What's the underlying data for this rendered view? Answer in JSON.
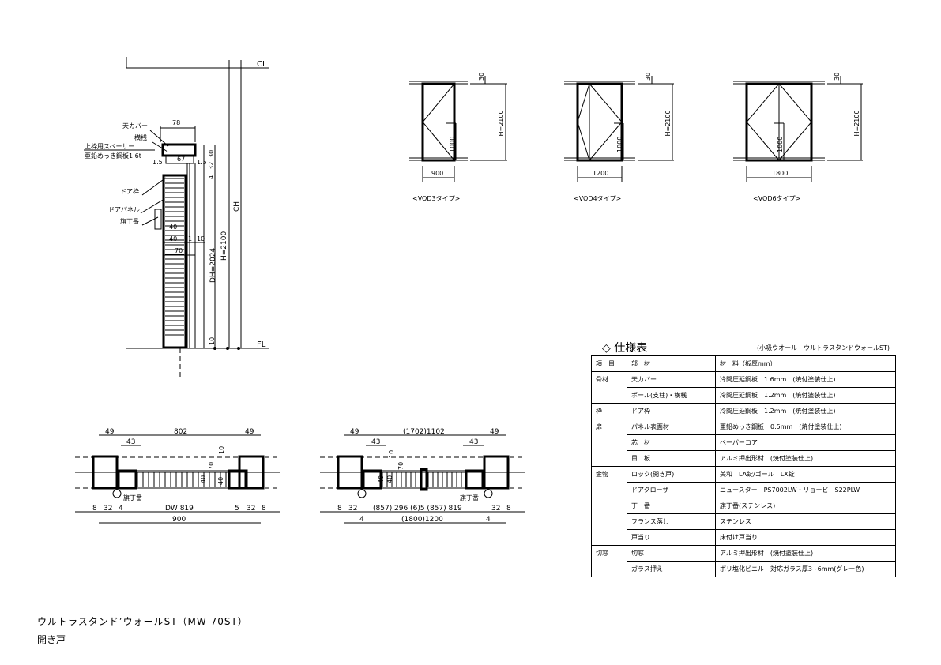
{
  "section": {
    "cl": "CL",
    "fl": "FL",
    "ch": "CH",
    "h": "H=2100",
    "dh": "DH=2024",
    "dims": {
      "w78": "78",
      "d67": "67",
      "d15a": "1.5",
      "d15b": "1.5",
      "d30": "30",
      "d32": "32",
      "d4": "4",
      "d40a": "40",
      "d40b": "40",
      "d1": "1",
      "d10": "10",
      "d70": "70",
      "d10b": "10"
    },
    "labels": {
      "top_cover": "天カバー",
      "crossbar": "横桟",
      "spacer": "上枠用スペーサー",
      "steel": "亜鉛めっき鋼板1.6t",
      "door_frame": "ドア枠",
      "door_panel": "ドアパネル",
      "hinge": "旗丁番"
    }
  },
  "elevations": [
    {
      "label": "<VOD3タイプ>",
      "width": "900",
      "handle": "1000",
      "h": "H=2100",
      "top": "30"
    },
    {
      "label": "<VOD4タイプ>",
      "width": "1200",
      "handle": "1000",
      "h": "H=2100",
      "top": "30"
    },
    {
      "label": "<VOD6タイプ>",
      "width": "1800",
      "handle": "1000",
      "h": "H=2100",
      "top": "30"
    }
  ],
  "plan1": {
    "d49a": "49",
    "d802": "802",
    "d49b": "49",
    "d43": "43",
    "d10": "10",
    "d70": "70",
    "d40a": "40",
    "d40b": "40",
    "hinge": "旗丁番",
    "d8a": "8",
    "d32a": "32",
    "d4": "4",
    "dw": "DW 819",
    "d5": "5",
    "d32b": "32",
    "d8b": "8",
    "total": "900"
  },
  "plan2": {
    "d49a": "49",
    "top": "(1702)1102",
    "d49b": "49",
    "d43a": "43",
    "d43b": "43",
    "d10": "10",
    "d70": "70",
    "d40a": "40",
    "d40b": "40",
    "hinge": "旗丁番",
    "d8a": "8",
    "d32a": "32",
    "mid": "(857) 296 (6)5 (857) 819",
    "d32b": "32",
    "d8b": "8",
    "d4a": "4",
    "d4b": "4",
    "total": "(1800)1200"
  },
  "spec": {
    "title": "◇ 仕様表",
    "subtitle": "(小吸ウオール　ウルトラスタンドウォールST)",
    "header": [
      "項　目",
      "部　材",
      "材　料（板厚mm）"
    ],
    "rows": [
      [
        "骨材",
        "天カバー",
        "冷間圧延鋼板　1.6mm　(焼付塗装仕上)"
      ],
      [
        "",
        "ポール(支柱)・横桟",
        "冷間圧延鋼板　1.2mm　(焼付塗装仕上)"
      ],
      [
        "枠",
        "ドア枠",
        "冷間圧延鋼板　1.2mm　(焼付塗装仕上)"
      ],
      [
        "扉",
        "パネル表面材",
        "亜鉛めっき鋼板　0.5mm　(焼付塗装仕上)"
      ],
      [
        "",
        "芯　材",
        "ペーパーコア"
      ],
      [
        "",
        "目　板",
        "アルミ押出形材　(焼付塗装仕上)"
      ],
      [
        "金物",
        "ロック(開き戸)",
        "美和　LA錠/ゴール　LX錠"
      ],
      [
        "",
        "ドアクローザ",
        "ニュースター　PS7002LW・リョービ　S22PLW"
      ],
      [
        "",
        "丁　番",
        "旗丁番(ステンレス)"
      ],
      [
        "",
        "フランス落し",
        "ステンレス"
      ],
      [
        "",
        "戸当り",
        "床付け戸当り"
      ],
      [
        "切窓",
        "切窓",
        "アルミ押出形材　(焼付塗装仕上)"
      ],
      [
        "",
        "ガラス押え",
        "ポリ塩化ビニル　対応ガラス厚3~6mm(グレー色)"
      ]
    ]
  },
  "footer": {
    "product": "ウルトラスタンド’ウォールST（MW-70ST）",
    "type": "開き戸"
  }
}
